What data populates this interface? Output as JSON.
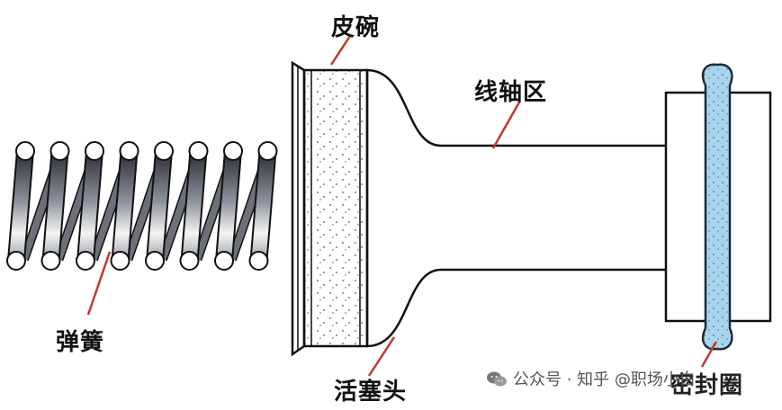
{
  "labels": {
    "cup": "皮碗",
    "shaft": "线轴区",
    "spring": "弹簧",
    "piston_head": "活塞头",
    "seal_ring": "密封圈"
  },
  "watermark": {
    "text": "公众号 · 知乎 @职场小白",
    "icon": "wechat-icon"
  },
  "colors": {
    "outline": "#111111",
    "leader": "#c0392b",
    "seal": "#a9d4ee",
    "spring_dark": "#2c2c34",
    "spring_light": "#ffffff"
  }
}
